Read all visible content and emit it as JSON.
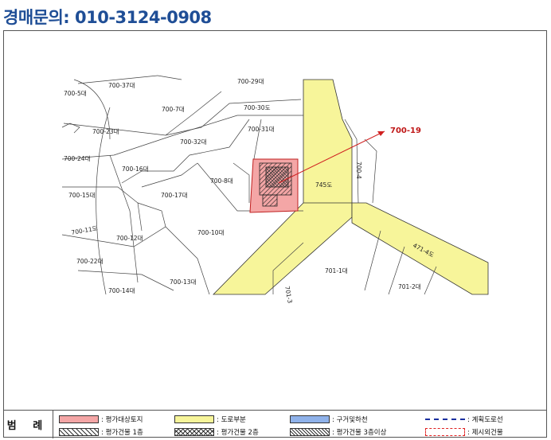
{
  "header": {
    "contact": "경매문의: 010-3124-0908"
  },
  "map": {
    "target_label": "700-19",
    "road_label": "745도",
    "road_label_2": "471-4도",
    "road_label_3": "701-1",
    "road_label_4": "701-3",
    "road_label_5": "700-11도",
    "road_label_6": "700-4",
    "parcels": [
      "700-37대",
      "700-29대",
      "700-5대",
      "700-7대",
      "700-30도",
      "700-23대",
      "700-31대",
      "700-32대",
      "700-24대",
      "700-16대",
      "700-8대",
      "700-15대",
      "700-17대",
      "700-12대",
      "700-10대",
      "700-22대",
      "700-13대",
      "701-1대",
      "700-14대",
      "701-2대"
    ]
  },
  "legend": {
    "title": "범 례",
    "items": [
      {
        "label": ": 평가대상토지",
        "color": "#f4a6a6"
      },
      {
        "label": ": 도로부분",
        "color": "#f7f59a"
      },
      {
        "label": ": 구거및하천",
        "color": "#8fb2ea"
      },
      {
        "label": ": 계획도로선",
        "color": "#1a2fa0"
      },
      {
        "label": ": 평가건물 1층",
        "color": "#ffffff"
      },
      {
        "label": ": 평가건물 2층",
        "color": "#ffffff"
      },
      {
        "label": ": 평가건물 3층이상",
        "color": "#ffffff"
      },
      {
        "label": ": 제시외건물",
        "color": "#e02020"
      }
    ]
  }
}
